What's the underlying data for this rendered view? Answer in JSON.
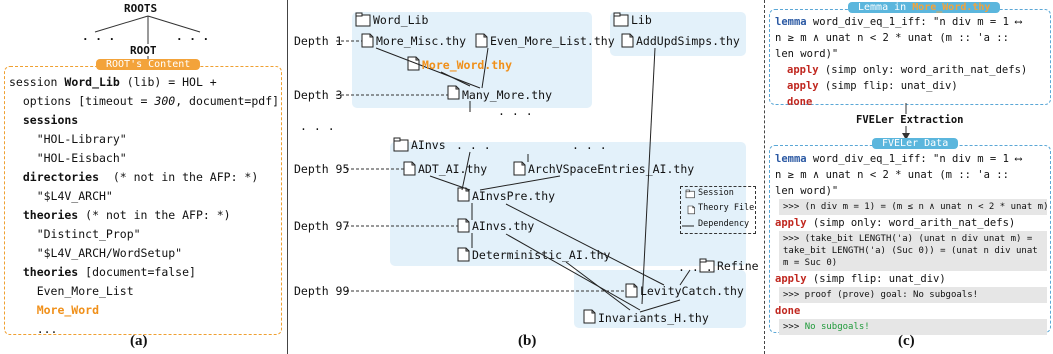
{
  "panel_a": {
    "roots_label": "ROOTS",
    "dots_left": ". . .",
    "dots_right": ". . .",
    "root_label": "ROOT",
    "content_tag": "ROOT's Content",
    "lines": {
      "l1a": "session ",
      "l1b": "Word_Lib",
      "l1c": " (lib) = HOL +",
      "l2a": "  options [timeout = ",
      "l2b": "300",
      "l2c": ", document=pdf]",
      "l3": "  sessions",
      "l4": "    \"HOL-Library\"",
      "l5": "    \"HOL-Eisbach\"",
      "l6a": "  directories",
      "l6b": "  (* not in the AFP: *)",
      "l7": "    \"$L4V_ARCH\"",
      "l8a": "  theories",
      "l8b": " (* not in the AFP: *)",
      "l9": "    \"Distinct_Prop\"",
      "l10": "    \"$L4V_ARCH/WordSetup\"",
      "l11a": "  theories",
      "l11b": " [document=false]",
      "l12": "    Even_More_List",
      "l13": "    More_Word",
      "l14": "    ..."
    },
    "caption": "(a)"
  },
  "panel_b": {
    "sessions": {
      "word_lib": "Word_Lib",
      "lib": "Lib",
      "ainvs": "AInvs",
      "refine": "Refine"
    },
    "depths": {
      "d1": "Depth 1",
      "d3": "Depth 3",
      "d95": "Depth 95",
      "d97": "Depth 97",
      "d99": "Depth 99"
    },
    "files": {
      "more_misc": "More_Misc.thy",
      "even_more_list": "Even_More_List.thy",
      "add_upd_simps": "AddUpdSimps.thy",
      "more_word": "More_Word.thy",
      "many_more": "Many_More.thy",
      "adt_ai": "ADT_AI.thy",
      "arch_vspace": "ArchVSpaceEntries_AI.thy",
      "ainvs_pre": "AInvsPre.thy",
      "ainvs": "AInvs.thy",
      "deterministic_ai": "Deterministic_AI.thy",
      "levity_catch": "LevityCatch.thy",
      "invariants_h": "Invariants_H.thy"
    },
    "ellipses": {
      "e1": ". . .",
      "e2": ". . .",
      "e3": ". . .",
      "e4": ". . .",
      "e5": ". . ."
    },
    "legend": {
      "session": "Session",
      "theory_file": "Theory File",
      "dependency": "Dependency"
    },
    "caption": "(b)"
  },
  "panel_c": {
    "lemma_tag_prefix": "Lemma in ",
    "lemma_tag_file": "More_Word.thy",
    "lemma": {
      "kw": "lemma",
      "l1": " word_div_eq_1_iff: \"n div m = 1 ⟷",
      "l2": "n ≥ m ∧ unat n < 2 * unat (m :: 'a ::",
      "l3": "len word)\"",
      "a1kw": "apply",
      "a1": " (simp only: word_arith_nat_defs)",
      "a2kw": "apply",
      "a2": " (simp flip: unat_div)",
      "done": "done"
    },
    "extraction_label": "FVELer Extraction",
    "data_tag": "FVELer Data",
    "data": {
      "kw": "lemma",
      "l1": " word_div_eq_1_iff: \"n div m = 1 ⟷",
      "l2": "n ≥ m ∧ unat n < 2 * unat (m :: 'a ::",
      "l3": "len word)\"",
      "o1": ">>> (n div m = 1) = (m ≤ n ∧ unat n < 2 * unat m)",
      "a1kw": "apply",
      "a1": " (simp only: word_arith_nat_defs)",
      "o2a": ">>> (take_bit LENGTH('a) (unat n div unat m) =",
      "o2b": "take_bit LENGTH('a) (Suc 0)) = (unat n div unat",
      "o2c": "m = Suc 0)",
      "a2kw": "apply",
      "a2": " (simp flip: unat_div)",
      "o3": ">>> proof (prove) goal: No subgoals!",
      "done": "done",
      "o4a": ">>> ",
      "o4b": "No subgoals!"
    },
    "caption": "(c)"
  }
}
